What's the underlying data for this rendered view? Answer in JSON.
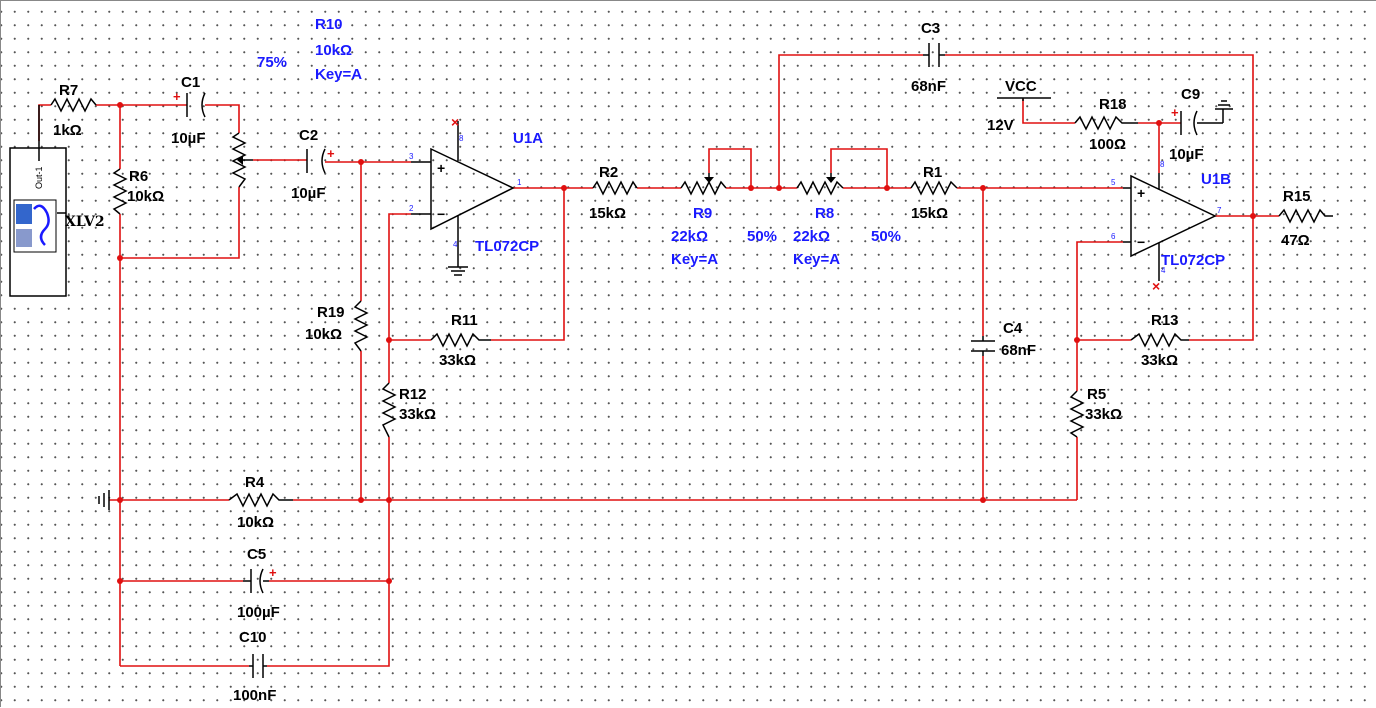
{
  "components": [
    {
      "id": "R7",
      "value": "1kΩ"
    },
    {
      "id": "R6",
      "value": "10kΩ"
    },
    {
      "id": "C1",
      "value": "10µF"
    },
    {
      "id": "C2",
      "value": "10µF"
    },
    {
      "id": "R10",
      "value": "10kΩ",
      "key": "Key=A",
      "setting": "75%"
    },
    {
      "id": "U1A",
      "model": "TL072CP"
    },
    {
      "id": "R2",
      "value": "15kΩ"
    },
    {
      "id": "R9",
      "value": "22kΩ",
      "key": "Key=A",
      "setting": "50%"
    },
    {
      "id": "R8",
      "value": "22kΩ",
      "key": "Key=A",
      "setting": "50%"
    },
    {
      "id": "C3",
      "value": "68nF"
    },
    {
      "id": "R1",
      "value": "15kΩ"
    },
    {
      "id": "U1B",
      "model": "TL072CP"
    },
    {
      "id": "R15",
      "value": "47Ω"
    },
    {
      "id": "VCC",
      "value": "12V"
    },
    {
      "id": "R18",
      "value": "100Ω"
    },
    {
      "id": "C9",
      "value": "10µF"
    },
    {
      "id": "R19",
      "value": "10kΩ"
    },
    {
      "id": "R11",
      "value": "33kΩ"
    },
    {
      "id": "R12",
      "value": "33kΩ"
    },
    {
      "id": "C4",
      "value": "68nF"
    },
    {
      "id": "R13",
      "value": "33kΩ"
    },
    {
      "id": "R5",
      "value": "33kΩ"
    },
    {
      "id": "R4",
      "value": "10kΩ"
    },
    {
      "id": "C5",
      "value": "100µF"
    },
    {
      "id": "C10",
      "value": "100nF"
    }
  ],
  "instrument": {
    "id": "XLV2",
    "panel_label": "Out-1"
  },
  "pins": {
    "u1a": [
      "8",
      "3",
      "2",
      "1",
      "4"
    ],
    "u1b": [
      "8",
      "5",
      "6",
      "7",
      "4"
    ]
  },
  "colors": {
    "wire": "#e01010",
    "label": "#000000",
    "attribute": "#1a1aff"
  }
}
